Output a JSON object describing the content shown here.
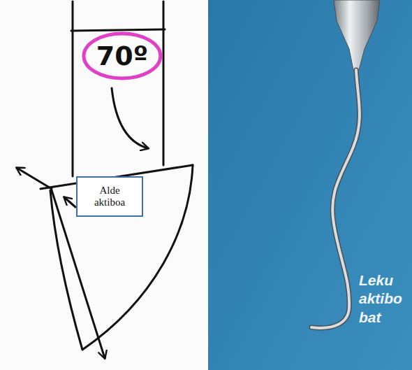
{
  "diagram": {
    "nodes": [
      {
        "text": [
          "70º"
        ]
      },
      {
        "text": [
          "Alde aktiboa"
        ]
      }
    ],
    "labels": [
      "Leku aktibo bat"
    ]
  }
}
